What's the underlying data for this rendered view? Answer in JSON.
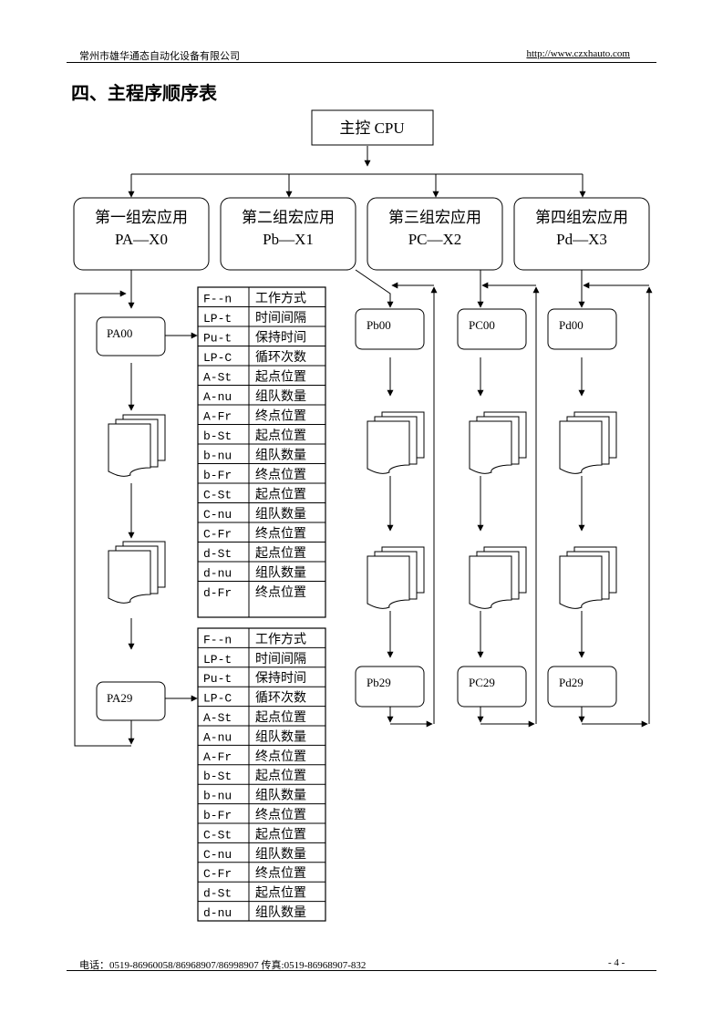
{
  "header": {
    "company": "常州市雄华通态自动化设备有限公司",
    "website": "http://www.czxhauto.com"
  },
  "section_title": "四、主程序顺序表",
  "diagram": {
    "root": {
      "label": "主控 CPU"
    },
    "groups": [
      {
        "name": "第一组宏应用",
        "code": "PA—X0",
        "first_step": "PA00",
        "last_step": "PA29"
      },
      {
        "name": "第二组宏应用",
        "code": "Pb—X1",
        "first_step": "Pb00",
        "last_step": "Pb29"
      },
      {
        "name": "第三组宏应用",
        "code": "PC—X2",
        "first_step": "PC00",
        "last_step": "PC29"
      },
      {
        "name": "第四组宏应用",
        "code": "Pd—X3",
        "first_step": "Pd00",
        "last_step": "Pd29"
      }
    ],
    "param_table_1": [
      {
        "code": "F--n",
        "desc": "工作方式"
      },
      {
        "code": "LP-t",
        "desc": "时间间隔"
      },
      {
        "code": "Pu-t",
        "desc": "保持时间"
      },
      {
        "code": "LP-C",
        "desc": "循环次数"
      },
      {
        "code": "A-St",
        "desc": "起点位置"
      },
      {
        "code": "A-nu",
        "desc": "组队数量"
      },
      {
        "code": "A-Fr",
        "desc": "终点位置"
      },
      {
        "code": "b-St",
        "desc": "起点位置"
      },
      {
        "code": "b-nu",
        "desc": "组队数量"
      },
      {
        "code": "b-Fr",
        "desc": "终点位置"
      },
      {
        "code": "C-St",
        "desc": "起点位置"
      },
      {
        "code": "C-nu",
        "desc": "组队数量"
      },
      {
        "code": "C-Fr",
        "desc": "终点位置"
      },
      {
        "code": "d-St",
        "desc": "起点位置"
      },
      {
        "code": "d-nu",
        "desc": "组队数量"
      },
      {
        "code": "d-Fr",
        "desc": "终点位置"
      }
    ],
    "param_table_2": [
      {
        "code": "F--n",
        "desc": "工作方式"
      },
      {
        "code": "LP-t",
        "desc": "时间间隔"
      },
      {
        "code": "Pu-t",
        "desc": "保持时间"
      },
      {
        "code": "LP-C",
        "desc": "循环次数"
      },
      {
        "code": "A-St",
        "desc": "起点位置"
      },
      {
        "code": "A-nu",
        "desc": "组队数量"
      },
      {
        "code": "A-Fr",
        "desc": "终点位置"
      },
      {
        "code": "b-St",
        "desc": "起点位置"
      },
      {
        "code": "b-nu",
        "desc": "组队数量"
      },
      {
        "code": "b-Fr",
        "desc": "终点位置"
      },
      {
        "code": "C-St",
        "desc": "起点位置"
      },
      {
        "code": "C-nu",
        "desc": "组队数量"
      },
      {
        "code": "C-Fr",
        "desc": "终点位置"
      },
      {
        "code": "d-St",
        "desc": "起点位置"
      },
      {
        "code": "d-nu",
        "desc": "组队数量"
      }
    ]
  },
  "footer": {
    "contact": "电话：0519-86960058/86968907/86998907   传真:0519-86968907-832",
    "page": "- 4 -"
  }
}
